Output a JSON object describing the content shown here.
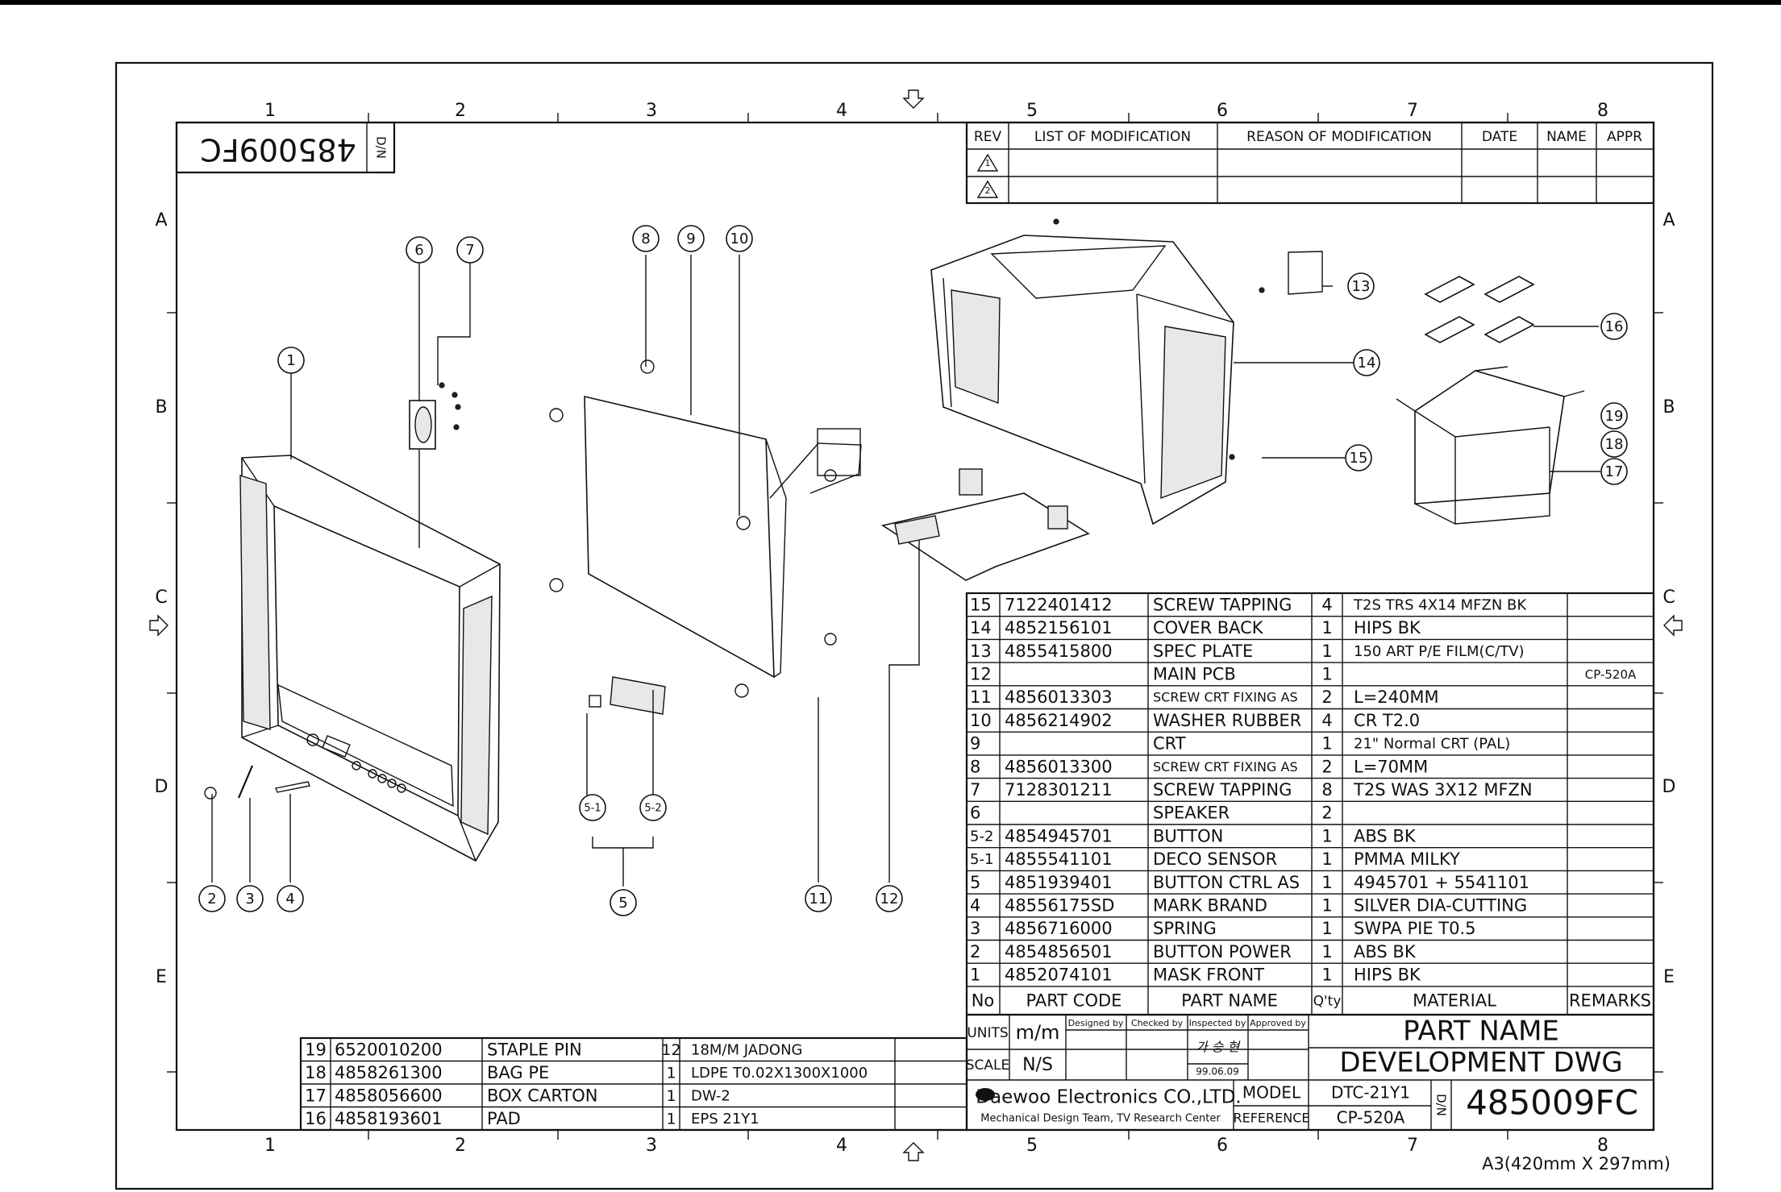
{
  "drawing": {
    "corner_code": "485009FC",
    "corner_dn": "D/N",
    "col_labels": [
      "1",
      "2",
      "3",
      "4",
      "5",
      "6",
      "7",
      "8"
    ],
    "row_labels": [
      "A",
      "B",
      "C",
      "D",
      "E"
    ]
  },
  "revision_table": {
    "headers": [
      "REV",
      "LIST OF MODIFICATION",
      "REASON OF MODIFICATION",
      "DATE",
      "NAME",
      "APPR"
    ],
    "rev_marks": [
      "1",
      "2"
    ]
  },
  "callouts": [
    "1",
    "2",
    "3",
    "4",
    "5",
    "5-1",
    "5-2",
    "6",
    "7",
    "8",
    "9",
    "10",
    "11",
    "12",
    "13",
    "14",
    "15",
    "16",
    "17",
    "18",
    "19"
  ],
  "bom": {
    "header": [
      "No",
      "PART CODE",
      "PART NAME",
      "Q'ty",
      "MATERIAL",
      "REMARKS"
    ],
    "rows": [
      [
        "15",
        "7122401412",
        "SCREW TAPPING",
        "4",
        "T2S TRS 4X14 MFZN BK",
        ""
      ],
      [
        "14",
        "4852156101",
        "COVER BACK",
        "1",
        "HIPS BK",
        ""
      ],
      [
        "13",
        "4855415800",
        "SPEC PLATE",
        "1",
        "150 ART P/E FILM(C/TV)",
        ""
      ],
      [
        "12",
        "",
        "MAIN PCB",
        "1",
        "",
        "CP-520A"
      ],
      [
        "11",
        "4856013303",
        "SCREW CRT FIXING AS",
        "2",
        "L=240MM",
        ""
      ],
      [
        "10",
        "4856214902",
        "WASHER RUBBER",
        "4",
        "CR T2.0",
        ""
      ],
      [
        "9",
        "",
        "CRT",
        "1",
        "21\" Normal CRT (PAL)",
        ""
      ],
      [
        "8",
        "4856013300",
        "SCREW CRT FIXING AS",
        "2",
        "L=70MM",
        ""
      ],
      [
        "7",
        "7128301211",
        "SCREW TAPPING",
        "8",
        "T2S WAS 3X12 MFZN",
        ""
      ],
      [
        "6",
        "",
        "SPEAKER",
        "2",
        "",
        ""
      ],
      [
        "5-2",
        "4854945701",
        "BUTTON",
        "1",
        "ABS BK",
        ""
      ],
      [
        "5-1",
        "4855541101",
        "DECO SENSOR",
        "1",
        "PMMA MILKY",
        ""
      ],
      [
        "5",
        "4851939401",
        "BUTTON CTRL AS",
        "1",
        "4945701 + 5541101",
        ""
      ],
      [
        "4",
        "48556175SD",
        "MARK BRAND",
        "1",
        "SILVER DIA-CUTTING",
        ""
      ],
      [
        "3",
        "4856716000",
        "SPRING",
        "1",
        "SWPA PIE T0.5",
        ""
      ],
      [
        "2",
        "4854856501",
        "BUTTON POWER",
        "1",
        "ABS BK",
        ""
      ],
      [
        "1",
        "4852074101",
        "MASK FRONT",
        "1",
        "HIPS BK",
        ""
      ]
    ]
  },
  "packing_bom": {
    "rows": [
      [
        "19",
        "6520010200",
        "STAPLE PIN",
        "12",
        "18M/M JADONG"
      ],
      [
        "18",
        "4858261300",
        "BAG PE",
        "1",
        "LDPE T0.02X1300X1000"
      ],
      [
        "17",
        "4858056600",
        "BOX CARTON",
        "1",
        "DW-2"
      ],
      [
        "16",
        "4858193601",
        "PAD",
        "1",
        "EPS 21Y1"
      ]
    ]
  },
  "title_block": {
    "units_label": "UNITS",
    "units_value": "m/m",
    "scale_label": "SCALE",
    "scale_value": "N/S",
    "designed_by": "Designed by",
    "checked_by": "Checked by",
    "inspected_by": "Inspected by",
    "approved_by": "Approved by",
    "signature": "가 승 현",
    "date": "99.06.09",
    "part_name_label": "PART  NAME",
    "part_name_value": "DEVELOPMENT  DWG",
    "company": "Daewoo Electronics CO.,LTD.",
    "department": "Mechanical Design Team, TV Research Center",
    "model_label": "MODEL",
    "model_value": "DTC-21Y1",
    "reference_label": "REFERENCE",
    "reference_value": "CP-520A",
    "dn_label": "D/N",
    "drawing_number": "485009FC",
    "sheet_size": "A3(420mm X 297mm)"
  }
}
